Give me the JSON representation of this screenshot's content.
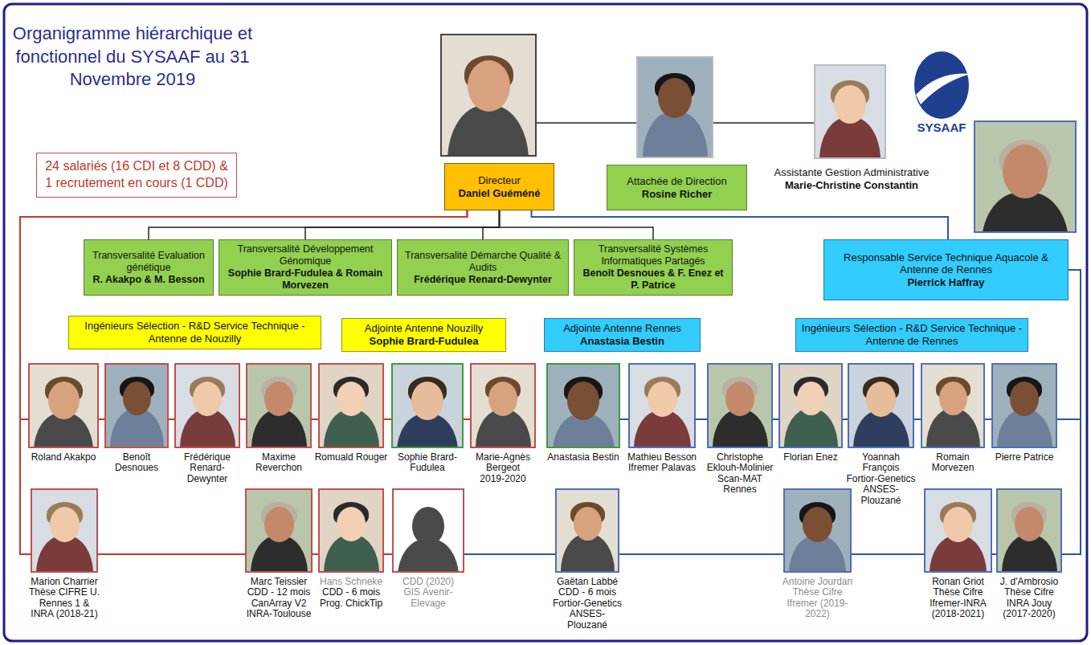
{
  "diagram": {
    "title": "Organigramme hiérarchique et fonctionnel du SYSAAF au 31 Novembre 2019",
    "nodes": [
      {
        "text": [
          "24 salariés (16 CDI et 8 CDD) & 1 recrutement en cours (1 CDD)"
        ]
      },
      {
        "text": [
          "Directeur",
          "Daniel Guéméné"
        ]
      },
      {
        "text": [
          "Attachée de Direction",
          "Rosine Richer"
        ]
      },
      {
        "text": [
          "Assistante Gestion Administrative",
          "Marie-Christine Constantin"
        ]
      },
      {
        "text": [
          "Transversalité Evaluation génétique",
          "R. Akakpo & M. Besson"
        ]
      },
      {
        "text": [
          "Transversalité Développement Génomique",
          "Sophie Brard-Fudulea & Romain Morvezen"
        ]
      },
      {
        "text": [
          "Transversalité Démarche Qualité & Audits",
          "Frédérique Renard-Dewynter"
        ]
      },
      {
        "text": [
          "Transversalité Systèmes Informatiques Partagés",
          "Benoît Desnoues & F. Enez et P. Patrice"
        ]
      },
      {
        "text": [
          "Responsable Service Technique Aquacole & Antenne de Rennes",
          "Pierrick Haffray"
        ]
      },
      {
        "text": [
          "Ingénieurs Sélection - R&D Service Technique - Antenne de Nouzilly"
        ]
      },
      {
        "text": [
          "Adjointe Antenne Nouzilly",
          "Sophie Brard-Fudulea"
        ]
      },
      {
        "text": [
          "Adjointe Antenne Rennes",
          "Anastasia Bestin"
        ]
      },
      {
        "text": [
          "Ingénieurs Sélection - R&D Service Technique - Antenne de Rennes"
        ]
      },
      {
        "text": [
          "Roland Akakpo"
        ]
      },
      {
        "text": [
          "Benoît Desnoues"
        ]
      },
      {
        "text": [
          "Frédérique Renard-Dewynter"
        ]
      },
      {
        "text": [
          "Maxime Reverchon"
        ]
      },
      {
        "text": [
          "Romuald Rouger"
        ]
      },
      {
        "text": [
          "Sophie Brard-Fudulea"
        ]
      },
      {
        "text": [
          "Marie-Agnès Bergeot",
          "2019-2020"
        ]
      },
      {
        "text": [
          "Anastasia Bestin"
        ]
      },
      {
        "text": [
          "Mathieu Besson",
          "Ifremer Palavas"
        ]
      },
      {
        "text": [
          "Christophe Eklouh-Molinier",
          "Scan-MAT Rennes"
        ]
      },
      {
        "text": [
          "Florian Enez"
        ]
      },
      {
        "text": [
          "Yoannah François",
          "Fortior-Genetics ANSES-Plouzané"
        ]
      },
      {
        "text": [
          "Romain Morvezen"
        ]
      },
      {
        "text": [
          "Pierre Patrice"
        ]
      },
      {
        "text": [
          "Marion Charrier",
          "Thèse CIFRE U. Rennes 1 & INRA (2018-21)"
        ]
      },
      {
        "text": [
          "Marc Teissier",
          "CDD - 12 mois CanArray V2 INRA-Toulouse"
        ]
      },
      {
        "text": [
          "Hans Schrieke",
          "CDD - 6 mois Prog. ChickTip"
        ]
      },
      {
        "text": [
          "CDD (2020)",
          "GIS Avenir-Elevage"
        ]
      },
      {
        "text": [
          "Gaëtan Labbé",
          "CDD - 6 mois Fortior-Genetics ANSES-Plouzané"
        ]
      },
      {
        "text": [
          "Antoine Jourdan",
          "Thèse Cifre Ifremer (2019-2022)"
        ]
      },
      {
        "text": [
          "Ronan Griot",
          "Thèse Cifre Ifremer-INRA (2018-2021)"
        ]
      },
      {
        "text": [
          "J. d'Ambrosio",
          "Thèse Cifre INRA Jouy (2017-2020)"
        ]
      }
    ],
    "edges": [
      {
        "from": 1,
        "to": 2,
        "arrow": "none"
      },
      {
        "from": 2,
        "to": 3,
        "arrow": "none"
      },
      {
        "from": 1,
        "to": 4,
        "arrow": "none"
      },
      {
        "from": 1,
        "to": 5,
        "arrow": "none"
      },
      {
        "from": 1,
        "to": 6,
        "arrow": "none"
      },
      {
        "from": 1,
        "to": 7,
        "arrow": "none"
      },
      {
        "from": 1,
        "to": 8,
        "arrow": "none"
      },
      {
        "from": 1,
        "to": 13,
        "arrow": "none"
      },
      {
        "from": 13,
        "to": 14,
        "arrow": "none"
      },
      {
        "from": 14,
        "to": 15,
        "arrow": "none"
      },
      {
        "from": 15,
        "to": 16,
        "arrow": "none"
      },
      {
        "from": 16,
        "to": 17,
        "arrow": "none"
      },
      {
        "from": 17,
        "to": 18,
        "arrow": "none"
      },
      {
        "from": 18,
        "to": 19,
        "arrow": "none"
      },
      {
        "from": 8,
        "to": 26,
        "arrow": "none"
      },
      {
        "from": 26,
        "to": 25,
        "arrow": "none"
      },
      {
        "from": 25,
        "to": 24,
        "arrow": "none"
      },
      {
        "from": 24,
        "to": 23,
        "arrow": "none"
      },
      {
        "from": 23,
        "to": 22,
        "arrow": "none"
      },
      {
        "from": 22,
        "to": 21,
        "arrow": "none"
      },
      {
        "from": 21,
        "to": 20,
        "arrow": "none"
      },
      {
        "from": 1,
        "to": 27,
        "arrow": "none"
      },
      {
        "from": 27,
        "to": 28,
        "arrow": "none"
      },
      {
        "from": 28,
        "to": 29,
        "arrow": "none"
      },
      {
        "from": 29,
        "to": 30,
        "arrow": "none"
      },
      {
        "from": 8,
        "to": 34,
        "arrow": "none"
      },
      {
        "from": 34,
        "to": 33,
        "arrow": "none"
      },
      {
        "from": 33,
        "to": 32,
        "arrow": "none"
      },
      {
        "from": 32,
        "to": 31,
        "arrow": "none"
      },
      {
        "from": 31,
        "to": 30,
        "arrow": "none"
      }
    ],
    "labels": [
      "SYSAAF"
    ]
  }
}
